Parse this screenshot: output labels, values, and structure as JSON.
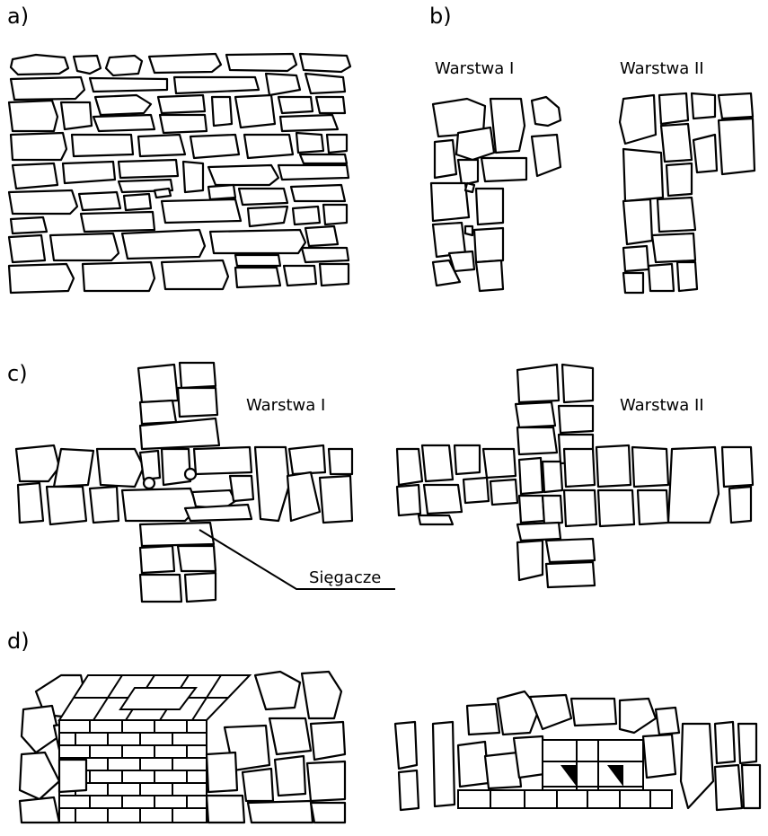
{
  "panels": {
    "a": {
      "label": "a)"
    },
    "b": {
      "label": "b)",
      "layer1": "Warstwa I",
      "layer2": "Warstwa II"
    },
    "c": {
      "label": "c)",
      "layer1": "Warstwa I",
      "layer2": "Warstwa II",
      "callout": "Sięgacze"
    },
    "d": {
      "label": "d)"
    }
  }
}
